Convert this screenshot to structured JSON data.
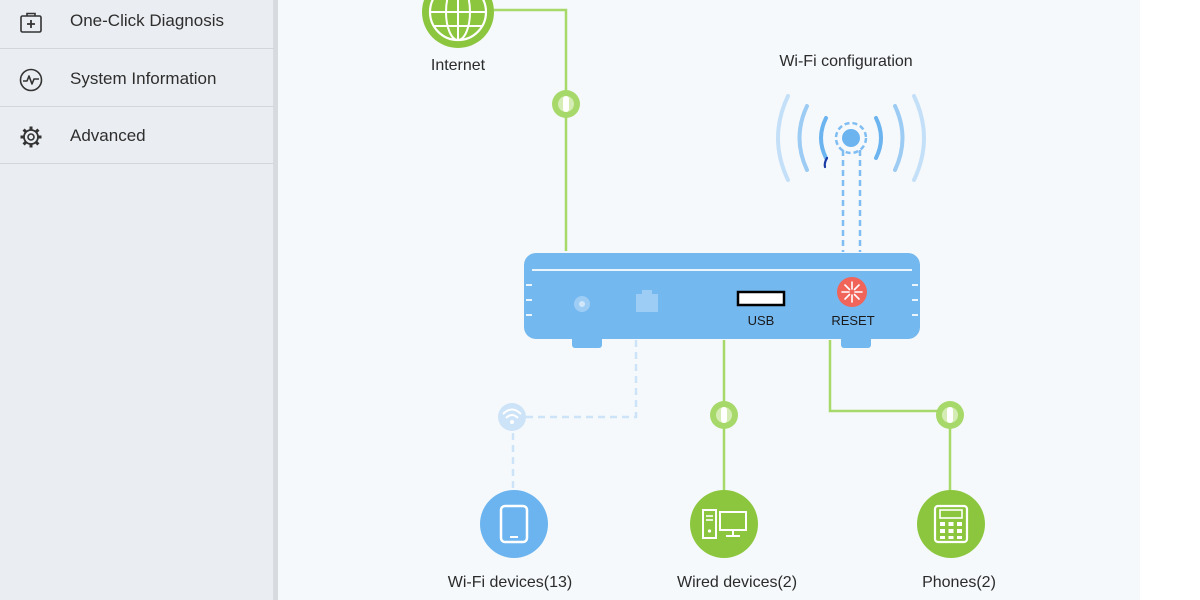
{
  "sidebar": {
    "items": [
      {
        "label": "One-Click Diagnosis",
        "icon": "medical-kit-icon"
      },
      {
        "label": "System Information",
        "icon": "pulse-icon"
      },
      {
        "label": "Advanced",
        "icon": "gear-icon"
      }
    ]
  },
  "topology": {
    "internet_label": "Internet",
    "wifi_config_label": "Wi-Fi configuration",
    "router": {
      "usb_label": "USB",
      "reset_label": "RESET"
    },
    "devices": {
      "wifi": "Wi-Fi devices(13)",
      "wired": "Wired devices(2)",
      "phones": "Phones(2)"
    }
  },
  "colors": {
    "green": "#8cc63e",
    "line_green": "#a6d96a",
    "blue": "#6cb4ef",
    "router_blue": "#74b8f0",
    "reset_red": "#f0645a"
  }
}
